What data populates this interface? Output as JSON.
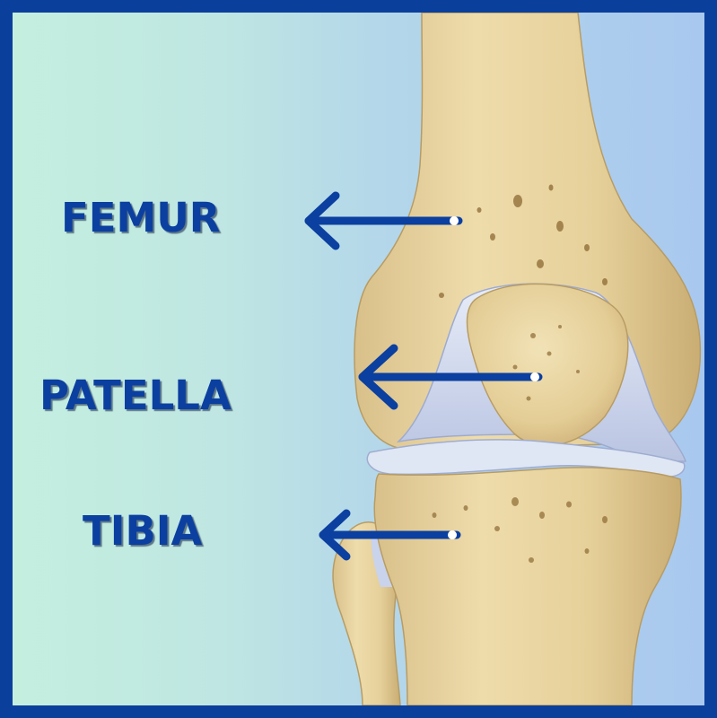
{
  "labels": {
    "femur": "FEMUR",
    "patella": "PATELLA",
    "tibia": "TIBIA"
  },
  "icons": {
    "femur_arrow": "arrow-left-icon",
    "patella_arrow": "arrow-left-icon",
    "tibia_arrow": "arrow-left-icon"
  },
  "colors": {
    "frame": "#0b3f9c",
    "label": "#0b3fa0",
    "arrow": "#0b3fa0",
    "bone": "#e6d19c",
    "cartilage": "#c8d2ea"
  }
}
